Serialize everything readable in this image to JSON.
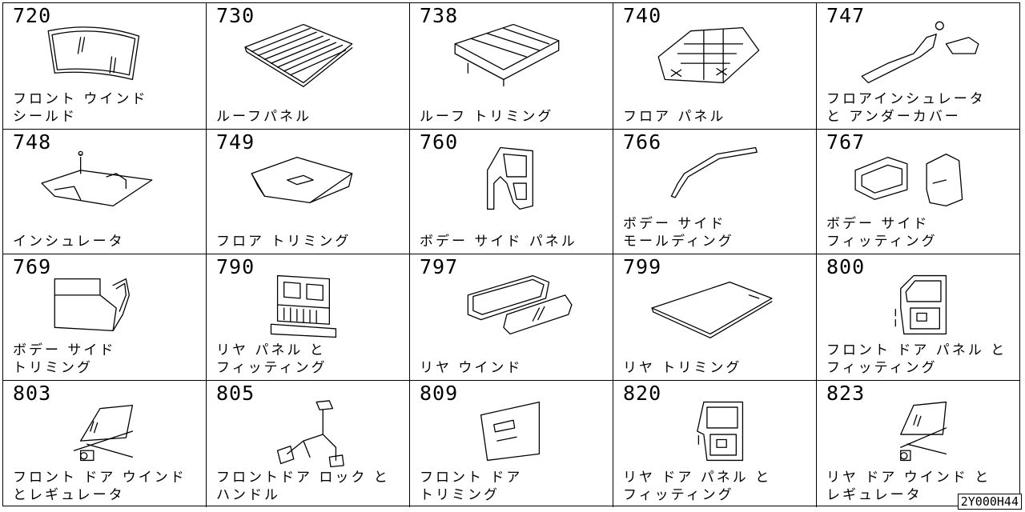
{
  "reference_code": "2Y000H44",
  "parts": [
    {
      "code": "720",
      "label": "フロント ウインド\nシールド",
      "icon": "windshield-icon"
    },
    {
      "code": "730",
      "label": "ルーフパネル",
      "icon": "roof-panel-icon"
    },
    {
      "code": "738",
      "label": "ルーフ トリミング",
      "icon": "roof-trimming-icon"
    },
    {
      "code": "740",
      "label": "フロア パネル",
      "icon": "floor-panel-icon"
    },
    {
      "code": "747",
      "label": "フロアインシュレータ\nと アンダーカバー",
      "icon": "floor-insulator-icon"
    },
    {
      "code": "748",
      "label": "インシュレータ",
      "icon": "insulator-icon"
    },
    {
      "code": "749",
      "label": "フロア トリミング",
      "icon": "floor-trimming-icon"
    },
    {
      "code": "760",
      "label": "ボデー サイド パネル",
      "icon": "body-side-panel-icon"
    },
    {
      "code": "766",
      "label": "ボデー サイド\nモールディング",
      "icon": "body-side-molding-icon"
    },
    {
      "code": "767",
      "label": "ボデー サイド\nフィッティング",
      "icon": "body-side-fitting-icon"
    },
    {
      "code": "769",
      "label": "ボデー サイド\nトリミング",
      "icon": "body-side-trimming-icon"
    },
    {
      "code": "790",
      "label": "リヤ パネル と\nフィッティング",
      "icon": "rear-panel-icon"
    },
    {
      "code": "797",
      "label": "リヤ ウインド",
      "icon": "rear-window-icon"
    },
    {
      "code": "799",
      "label": "リヤ トリミング",
      "icon": "rear-trimming-icon"
    },
    {
      "code": "800",
      "label": "フロント ドア パネル と\nフィッティング",
      "icon": "front-door-panel-icon"
    },
    {
      "code": "803",
      "label": "フロント ドア ウインド\nとレギュレータ",
      "icon": "front-door-window-icon"
    },
    {
      "code": "805",
      "label": "フロントドア ロック と\nハンドル",
      "icon": "door-lock-icon"
    },
    {
      "code": "809",
      "label": "フロント ドア\nトリミング",
      "icon": "door-trimming-icon"
    },
    {
      "code": "820",
      "label": "リヤ ドア パネル と\nフィッティング",
      "icon": "rear-door-panel-icon"
    },
    {
      "code": "823",
      "label": "リヤ ドア ウインド と\nレギュレータ",
      "icon": "rear-door-window-icon"
    }
  ]
}
